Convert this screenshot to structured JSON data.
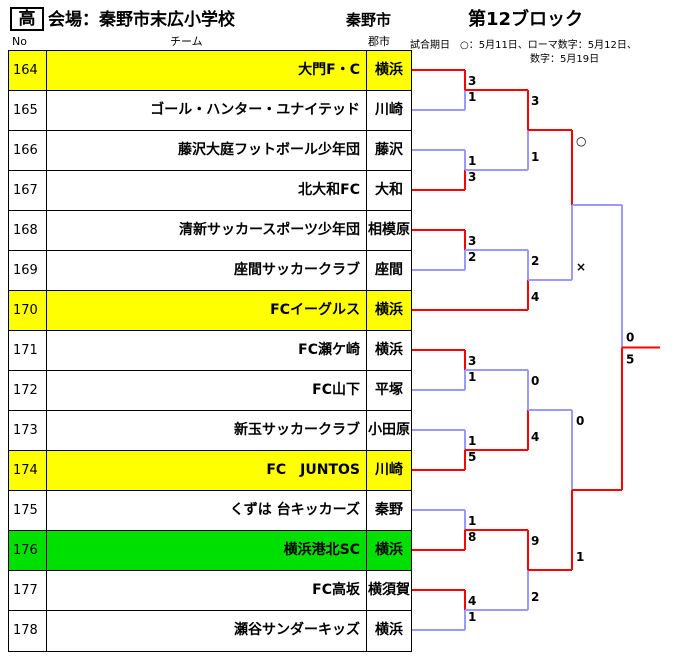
{
  "header": {
    "badge": "高",
    "venue": "会場：秦野市末広小学校",
    "city": "秦野市",
    "block": "第12ブロック",
    "dates_line1": "試合期日　○：5月11日、ローマ数字：5月12日、",
    "dates_line2": "数字：5月19日"
  },
  "columns": {
    "no": "No",
    "team": "チーム",
    "pref": "郡市"
  },
  "colors": {
    "winner_line": "#ff0000",
    "loser_line": "#9999ff",
    "highlight_yellow": "#ffff00",
    "highlight_green": "#00e000"
  },
  "teams": [
    {
      "no": "164",
      "name": "大門F・C",
      "area": "横浜",
      "highlight": "yellow"
    },
    {
      "no": "165",
      "name": "ゴール・ハンター・ユナイテッド",
      "area": "川崎",
      "highlight": ""
    },
    {
      "no": "166",
      "name": "藤沢大庭フットボール少年団",
      "area": "藤沢",
      "highlight": ""
    },
    {
      "no": "167",
      "name": "北大和FC",
      "area": "大和",
      "highlight": ""
    },
    {
      "no": "168",
      "name": "清新サッカースポーツ少年団",
      "area": "相模原",
      "highlight": ""
    },
    {
      "no": "169",
      "name": "座間サッカークラブ",
      "area": "座間",
      "highlight": ""
    },
    {
      "no": "170",
      "name": "FCイーグルス",
      "area": "横浜",
      "highlight": "yellow"
    },
    {
      "no": "171",
      "name": "FC瀬ケ崎",
      "area": "横浜",
      "highlight": ""
    },
    {
      "no": "172",
      "name": "FC山下",
      "area": "平塚",
      "highlight": ""
    },
    {
      "no": "173",
      "name": "新玉サッカークラブ",
      "area": "小田原",
      "highlight": ""
    },
    {
      "no": "174",
      "name": "FC　JUNTOS",
      "area": "川崎",
      "highlight": "yellow"
    },
    {
      "no": "175",
      "name": "くずは 台キッカーズ",
      "area": "秦野",
      "highlight": ""
    },
    {
      "no": "176",
      "name": "横浜港北SC",
      "area": "横浜",
      "highlight": "green"
    },
    {
      "no": "177",
      "name": "FC高坂",
      "area": "横須賀",
      "highlight": ""
    },
    {
      "no": "178",
      "name": "瀬谷サンダーキッズ",
      "area": "横浜",
      "highlight": ""
    }
  ],
  "scores": {
    "r1": [
      [
        "3",
        "1"
      ],
      [
        "1",
        "3"
      ],
      [
        "3",
        "2"
      ],
      [
        "3",
        "1"
      ],
      [
        "1",
        "5"
      ],
      [
        "1",
        "8"
      ],
      [
        "4",
        "1"
      ]
    ],
    "r2": [
      [
        "3",
        "1"
      ],
      [
        "2",
        "4"
      ],
      [
        "0",
        "4"
      ],
      [
        "9",
        "2"
      ]
    ],
    "r3": [
      [
        "○",
        "×"
      ],
      [
        "0",
        "1"
      ]
    ],
    "final": [
      "0",
      "5"
    ]
  }
}
